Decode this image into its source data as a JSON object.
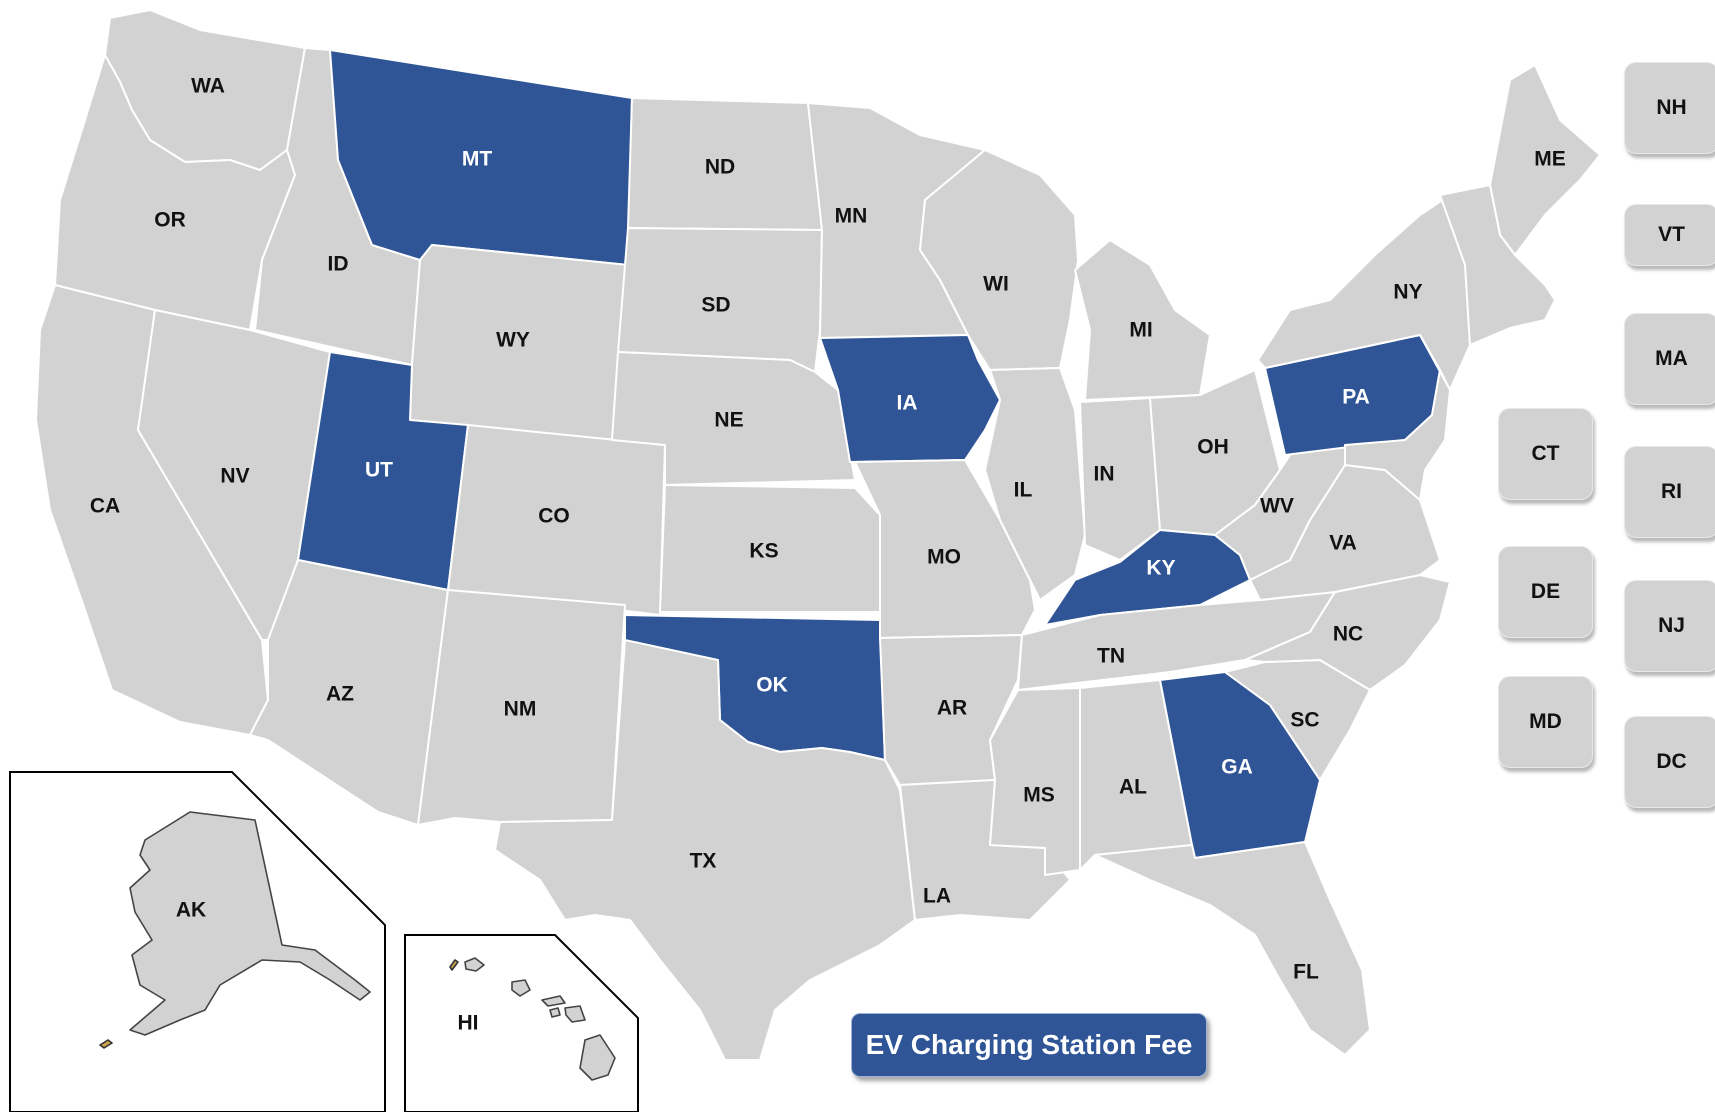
{
  "map": {
    "legend_label": "EV Charging Station Fee",
    "highlight_color": "#2f5597",
    "base_color": "#d3d2d3",
    "states": [
      {
        "code": "WA",
        "highlighted": false
      },
      {
        "code": "OR",
        "highlighted": false
      },
      {
        "code": "CA",
        "highlighted": false
      },
      {
        "code": "ID",
        "highlighted": false
      },
      {
        "code": "NV",
        "highlighted": false
      },
      {
        "code": "MT",
        "highlighted": true
      },
      {
        "code": "WY",
        "highlighted": false
      },
      {
        "code": "UT",
        "highlighted": true
      },
      {
        "code": "AZ",
        "highlighted": false
      },
      {
        "code": "CO",
        "highlighted": false
      },
      {
        "code": "NM",
        "highlighted": false
      },
      {
        "code": "ND",
        "highlighted": false
      },
      {
        "code": "SD",
        "highlighted": false
      },
      {
        "code": "NE",
        "highlighted": false
      },
      {
        "code": "KS",
        "highlighted": false
      },
      {
        "code": "OK",
        "highlighted": true
      },
      {
        "code": "TX",
        "highlighted": false
      },
      {
        "code": "MN",
        "highlighted": false
      },
      {
        "code": "IA",
        "highlighted": true
      },
      {
        "code": "MO",
        "highlighted": false
      },
      {
        "code": "AR",
        "highlighted": false
      },
      {
        "code": "LA",
        "highlighted": false
      },
      {
        "code": "WI",
        "highlighted": false
      },
      {
        "code": "IL",
        "highlighted": false
      },
      {
        "code": "MI",
        "highlighted": false
      },
      {
        "code": "IN",
        "highlighted": false
      },
      {
        "code": "OH",
        "highlighted": false
      },
      {
        "code": "KY",
        "highlighted": true
      },
      {
        "code": "TN",
        "highlighted": false
      },
      {
        "code": "MS",
        "highlighted": false
      },
      {
        "code": "AL",
        "highlighted": false
      },
      {
        "code": "GA",
        "highlighted": true
      },
      {
        "code": "FL",
        "highlighted": false
      },
      {
        "code": "SC",
        "highlighted": false
      },
      {
        "code": "NC",
        "highlighted": false
      },
      {
        "code": "VA",
        "highlighted": false
      },
      {
        "code": "WV",
        "highlighted": false
      },
      {
        "code": "PA",
        "highlighted": true
      },
      {
        "code": "NY",
        "highlighted": false
      },
      {
        "code": "ME",
        "highlighted": false
      },
      {
        "code": "AK",
        "highlighted": false
      },
      {
        "code": "HI",
        "highlighted": false
      }
    ],
    "small_states": [
      {
        "code": "NH",
        "highlighted": false
      },
      {
        "code": "VT",
        "highlighted": false
      },
      {
        "code": "MA",
        "highlighted": false
      },
      {
        "code": "CT",
        "highlighted": false
      },
      {
        "code": "RI",
        "highlighted": false
      },
      {
        "code": "DE",
        "highlighted": false
      },
      {
        "code": "NJ",
        "highlighted": false
      },
      {
        "code": "MD",
        "highlighted": false
      },
      {
        "code": "DC",
        "highlighted": false
      }
    ]
  }
}
